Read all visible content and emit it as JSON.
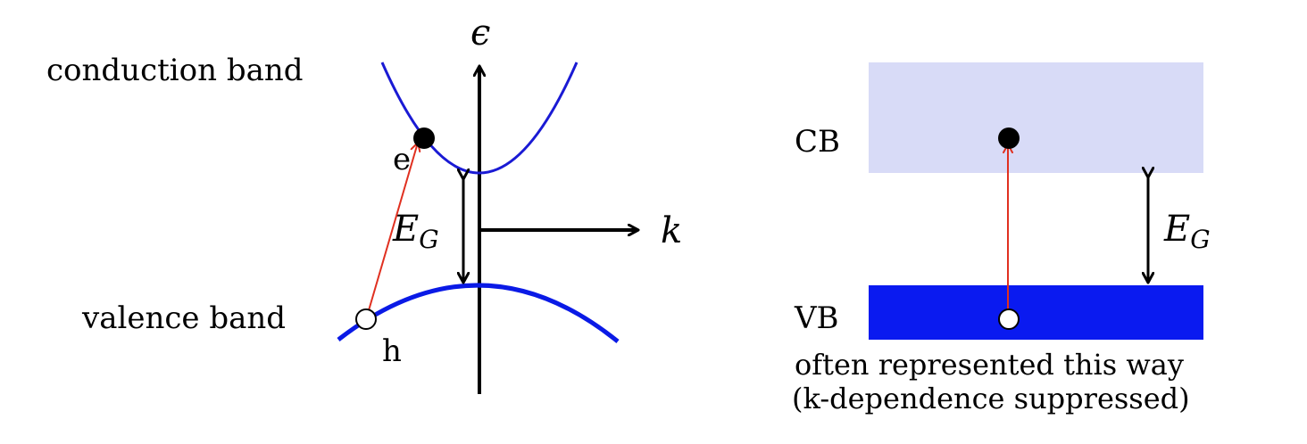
{
  "left_diagram": {
    "epsilon_axis_label": "ϵ",
    "k_axis_label": "k",
    "conduction_band_label": "conduction band",
    "valence_band_label": "valence band",
    "electron_label": "e",
    "hole_label": "h",
    "gap_label_main": "E",
    "gap_label_sub": "G"
  },
  "right_diagram": {
    "cb_label": "CB",
    "vb_label": "VB",
    "gap_label_main": "E",
    "gap_label_sub": "G",
    "caption_line1": "often represented this way",
    "caption_line2": "(k-dependence suppressed)"
  },
  "colors": {
    "conduction_band_curve": "#1a1ad4",
    "valence_band_curve": "#0a1ae6",
    "transition_arrow": "#e03020",
    "cb_box": "#d8dbf7",
    "vb_box": "#0a1af0",
    "axis": "#000000"
  }
}
